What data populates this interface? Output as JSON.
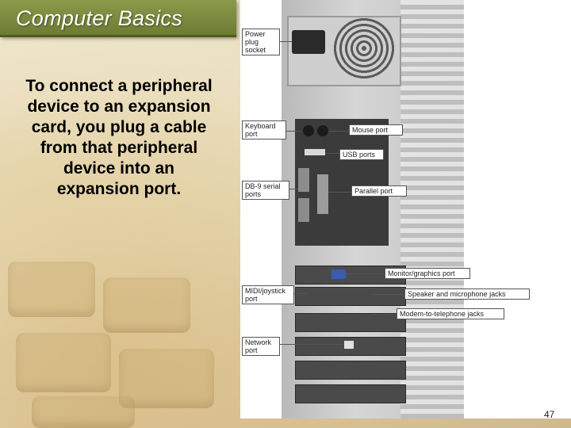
{
  "slide": {
    "title": "Computer Basics",
    "body": "To connect a peripheral device to an expansion card, you plug a cable from that peripheral device into an expansion port.",
    "page_number": "47"
  },
  "photo_labels": {
    "power": "Power plug socket",
    "keyboard": "Keyboard port",
    "mouse": "Mouse port",
    "usb": "USB ports",
    "serial": "DB-9 serial ports",
    "parallel": "Parallel port",
    "monitor": "Monitor/graphics port",
    "midi": "MIDI/joystick port",
    "speaker": "Speaker and microphone jacks",
    "modem": "Modem-to-telephone jacks",
    "network": "Network port"
  }
}
